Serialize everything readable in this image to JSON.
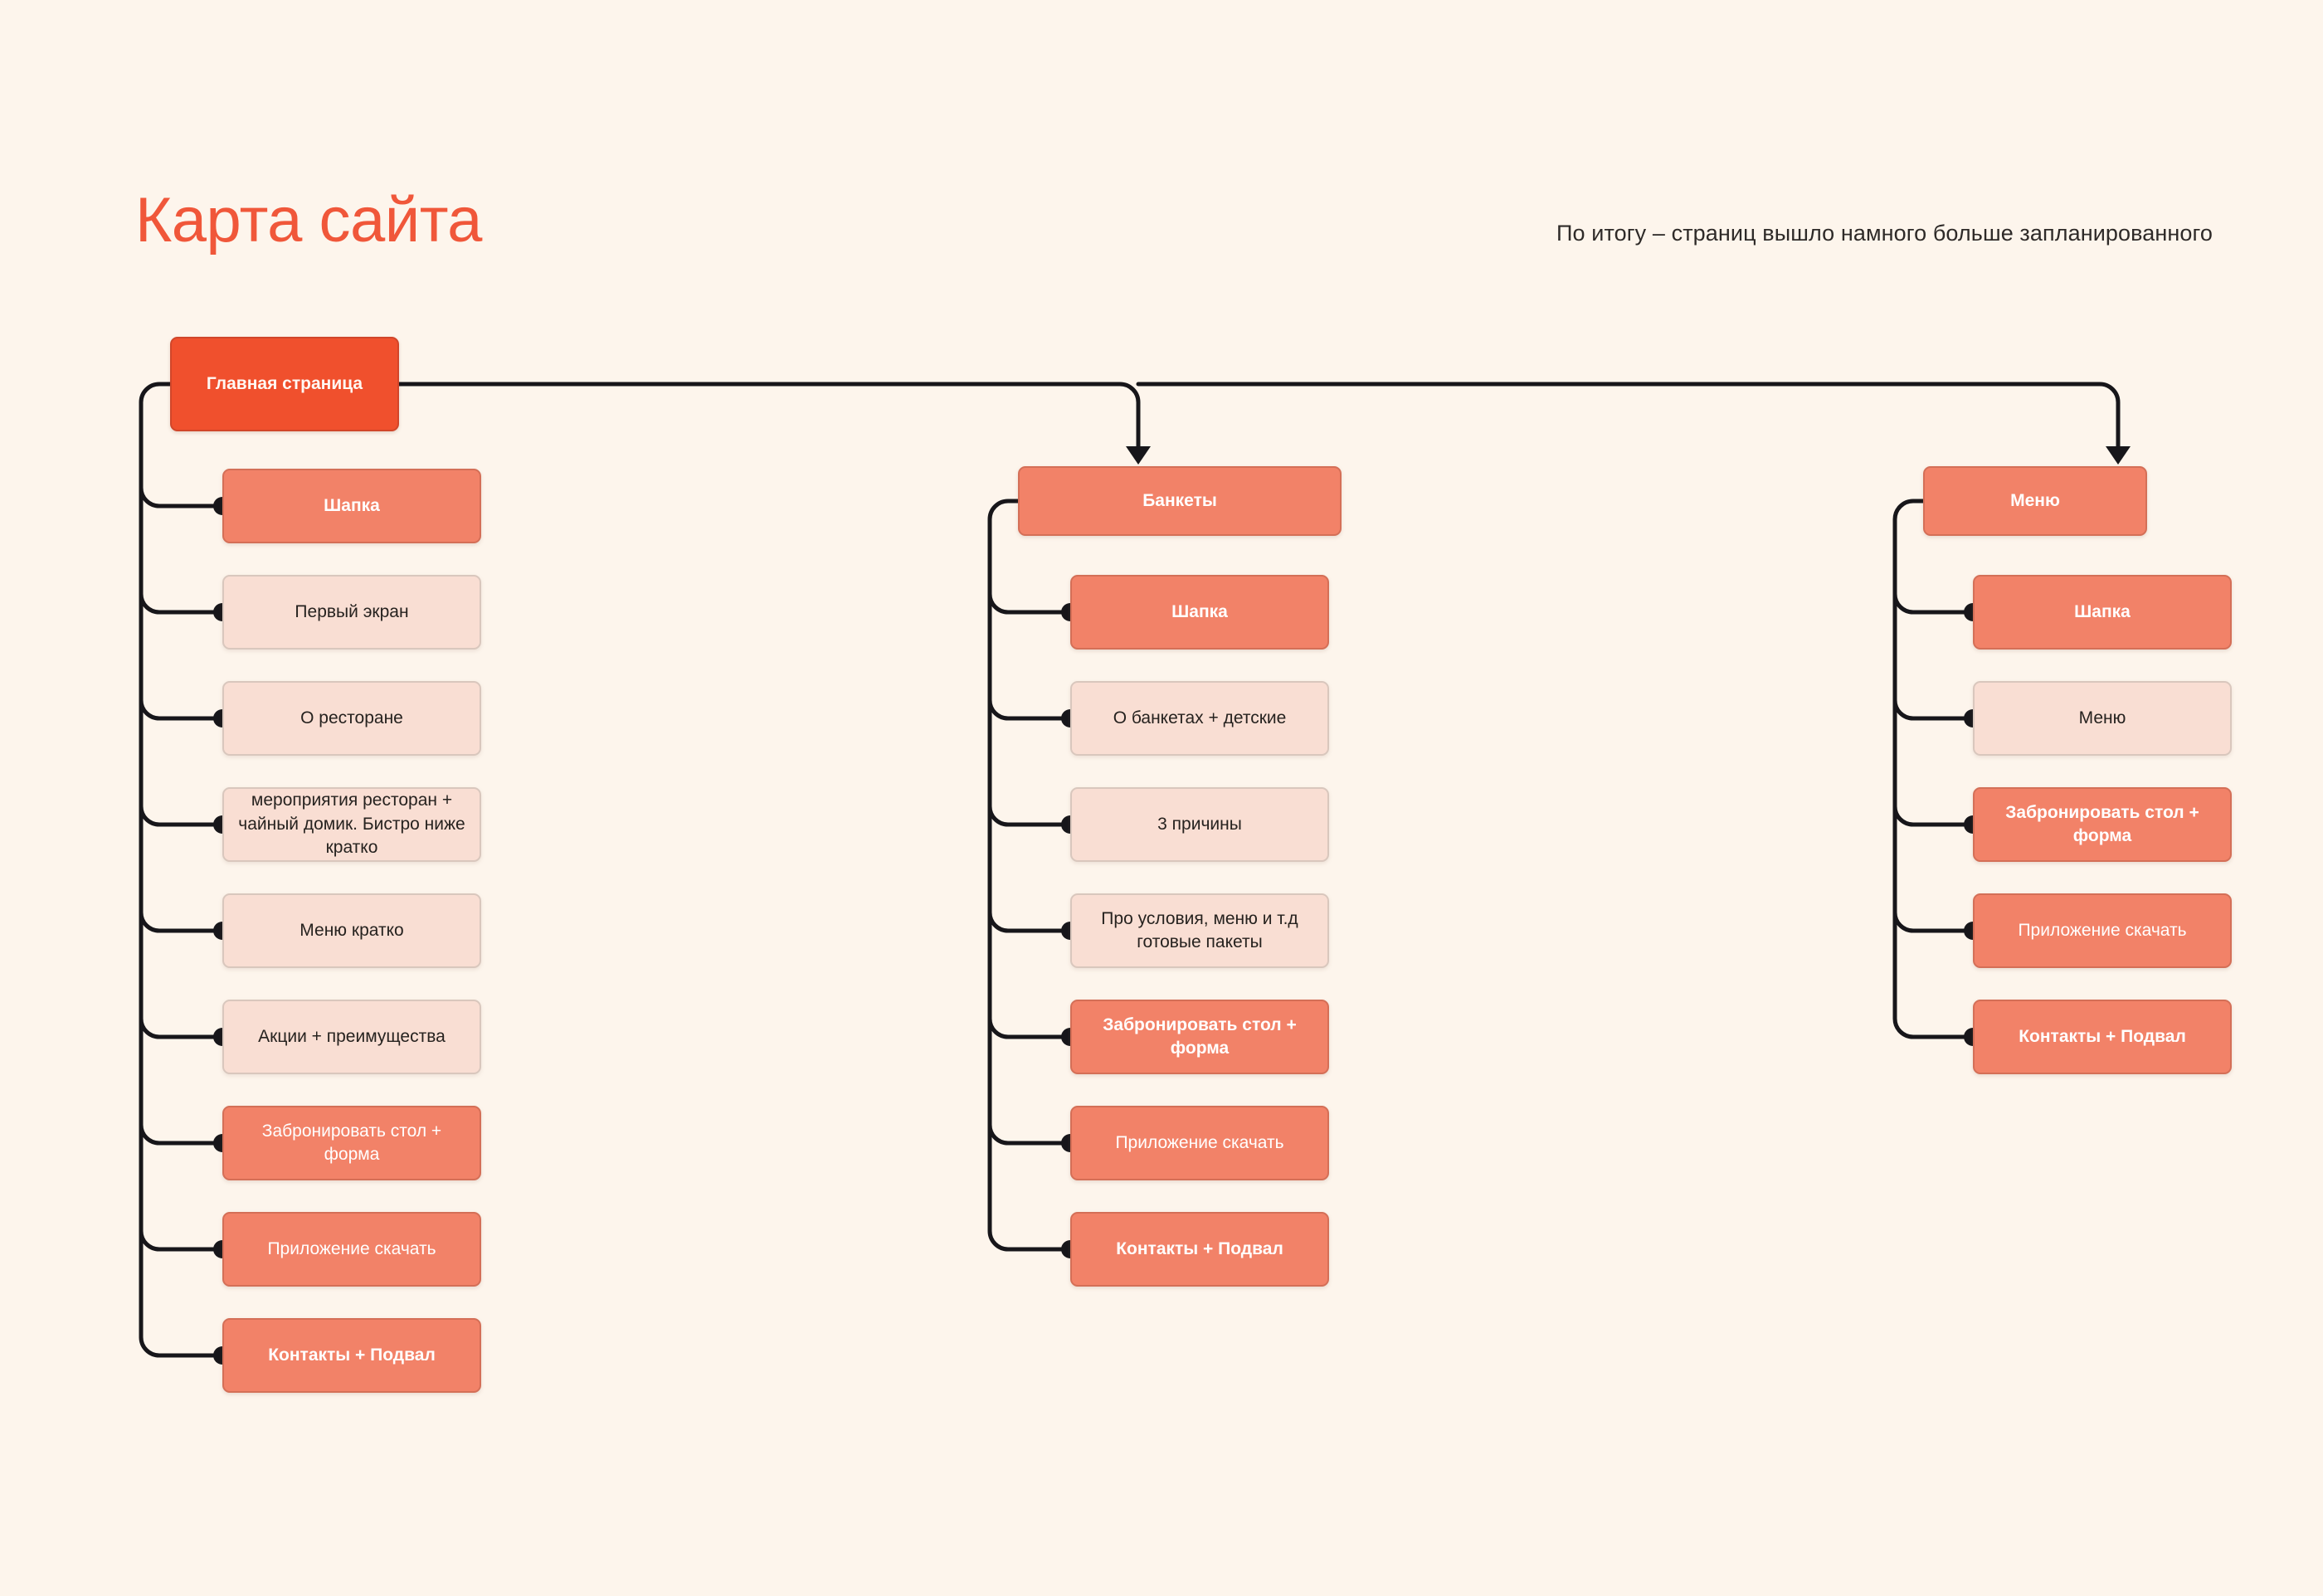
{
  "header": {
    "title": "Карта сайта",
    "subtitle": "По итогу – страниц вышло намного больше запланированного"
  },
  "colors": {
    "background": "#FDF5EC",
    "title": "#F0573A",
    "root_fill": "#F0502D",
    "root_border": "#D1462A",
    "strong_fill": "#F28268",
    "strong_border": "#D46F57",
    "soft_fill": "#F9DED3",
    "soft_border": "#D9C7BD",
    "connector": "#17161A",
    "text_light": "#FFFFFF",
    "text_dark": "#26221F"
  },
  "diagram": {
    "type": "sitemap-tree",
    "root": {
      "label": "Главная страница",
      "style": "root"
    },
    "branches": [
      {
        "name": "branch-home",
        "parent_label": "Главная страница",
        "children": [
          {
            "label": "Шапка",
            "style": "strong",
            "bold": true
          },
          {
            "label": "Первый экран",
            "style": "soft"
          },
          {
            "label": "О ресторане",
            "style": "soft"
          },
          {
            "label": "мероприятия ресторан + чайный домик. Бистро ниже кратко",
            "style": "soft"
          },
          {
            "label": "Меню кратко",
            "style": "soft"
          },
          {
            "label": "Акции + преимущества",
            "style": "soft"
          },
          {
            "label": "Забронировать стол + форма",
            "style": "strong"
          },
          {
            "label": "Приложение скачать",
            "style": "strong"
          },
          {
            "label": "Контакты + Подвал",
            "style": "strong",
            "bold": true
          }
        ]
      },
      {
        "name": "branch-banquets",
        "parent_label": "Банкеты",
        "parent_style": "strong",
        "children": [
          {
            "label": "Шапка",
            "style": "strong",
            "bold": true
          },
          {
            "label": "О банкетах + детские",
            "style": "soft"
          },
          {
            "label": "3 причины",
            "style": "soft"
          },
          {
            "label": "Про условия, меню и т.д готовые пакеты",
            "style": "soft"
          },
          {
            "label": "Забронировать стол + форма",
            "style": "strong",
            "bold": true
          },
          {
            "label": "Приложение скачать",
            "style": "strong"
          },
          {
            "label": "Контакты + Подвал",
            "style": "strong",
            "bold": true
          }
        ]
      },
      {
        "name": "branch-menu",
        "parent_label": "Меню",
        "parent_style": "strong",
        "children": [
          {
            "label": "Шапка",
            "style": "strong",
            "bold": true
          },
          {
            "label": "Меню",
            "style": "soft"
          },
          {
            "label": "Забронировать стол + форма",
            "style": "strong",
            "bold": true
          },
          {
            "label": "Приложение скачать",
            "style": "strong"
          },
          {
            "label": "Контакты + Подвал",
            "style": "strong",
            "bold": true
          }
        ]
      }
    ]
  }
}
